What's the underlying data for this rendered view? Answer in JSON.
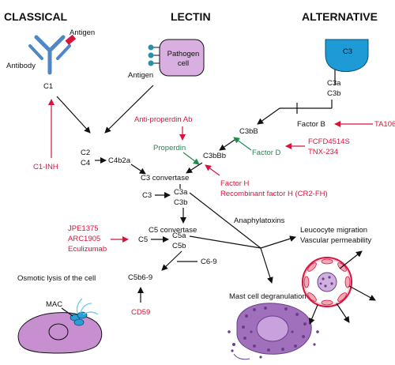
{
  "pathways": {
    "classical": "CLASSICAL",
    "lectin": "LECTIN",
    "alternative": "ALTERNATIVE"
  },
  "labels": {
    "antigen_classical": "Antigen",
    "antibody": "Antibody",
    "pathogen_cell": [
      "Pathogen",
      "cell"
    ],
    "antigen_lectin": "Antigen",
    "c3_source": "C3",
    "c1": "C1",
    "c2": "C2",
    "c4": "C4",
    "c4b2a": "C4b2a",
    "c3_convertase": "C3 convertase",
    "c3": "C3",
    "c3a_1": "C3a",
    "c3b_1": "C3b",
    "c3a_alt": "C3a",
    "c3b_alt": "C3b",
    "factor_b": "Factor B",
    "c3bb": "C3bB",
    "c3bbb": "C3bBb",
    "c5_convertase": "C5 convertase",
    "c5": "C5",
    "c5a": "C5a",
    "c5b": "C5b",
    "c6_9": "C6-9",
    "c5b6_9": "C5b6-9",
    "anaphylatoxins": "Anaphylatoxins",
    "leucocyte_migration": "Leucocyte migration",
    "vascular_permeability": "Vascular permeability",
    "mast_cell_degranulation": "Mast cell degranulation",
    "osmotic_lysis": "Osmotic lysis of the cell",
    "mac": "MAC"
  },
  "regulators": {
    "properdin": "Properdin",
    "factor_d": "Factor D"
  },
  "inhibitors": {
    "c1_inh": "C1-INH",
    "anti_properdin": "Anti-properdin Ab",
    "ta106": "TA106",
    "fcfd": "FCFD4514S",
    "tnx": "TNX-234",
    "factor_h": "Factor H",
    "recombinant_factor_h": "Recombinant factor H (CR2-FH)",
    "jpe1375": "JPE1375",
    "arc1905": "ARC1905",
    "eculizumab": "Eculizumab",
    "cd59": "CD59"
  },
  "colors": {
    "inhibitor": "#d8143c",
    "activator": "#1f8a4c",
    "antibody": "#4f86c6",
    "antigen": "#d8143c",
    "pathogen_cell": "#d9aee0",
    "c3_blob": "#1e9bd7",
    "cell": "#c88fd0",
    "mac": "#2a9fd6"
  }
}
